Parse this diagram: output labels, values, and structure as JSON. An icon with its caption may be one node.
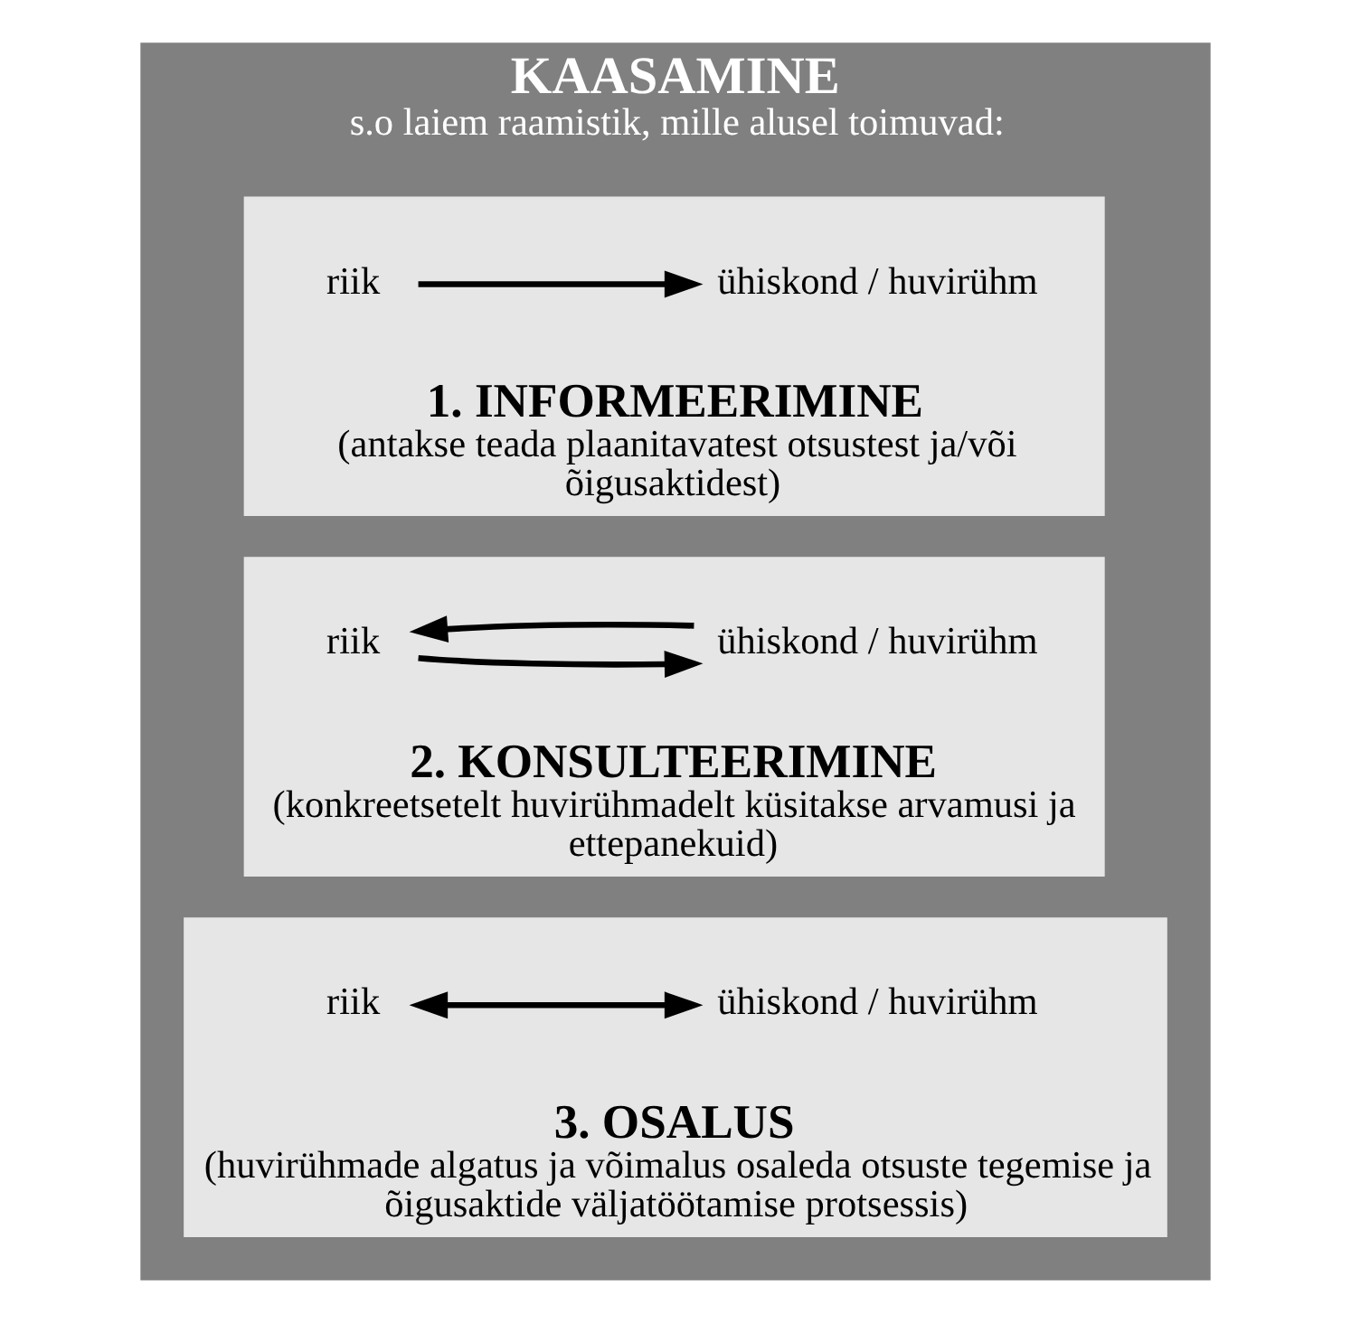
{
  "diagram": {
    "nodes": [
      {
        "text": [
          "KAASAMINE",
          "s.o laiem raamistik, mille alusel toimuvad:"
        ]
      },
      {
        "text": [
          "1. INFORMEERIMINE",
          "(antakse teada plaanitavatest otsustest ja/või õigusaktidest)"
        ],
        "in": 0
      },
      {
        "text": [
          "riik"
        ],
        "in": 1
      },
      {
        "text": [
          "ühiskond / huvirühm"
        ],
        "in": 1
      },
      {
        "text": [
          "2. KONSULTEERIMINE",
          "(konkreetsetelt huvirühmadelt küsitakse arvamusi ja ettepanekuid)"
        ],
        "in": 0
      },
      {
        "text": [
          "riik"
        ],
        "in": 4
      },
      {
        "text": [
          "ühiskond / huvirühm"
        ],
        "in": 4
      },
      {
        "text": [
          "3. OSALUS",
          "(huvirühmade algatus ja võimalus osaleda otsuste tegemise ja õigusaktide väljatöötamise protsessis)"
        ],
        "in": 0
      },
      {
        "text": [
          "riik"
        ],
        "in": 7
      },
      {
        "text": [
          "ühiskond / huvirühm"
        ],
        "in": 7
      }
    ],
    "edges": [
      {
        "from": 2,
        "to": 3,
        "arrow": "to"
      },
      {
        "from": 5,
        "to": 6,
        "arrow": "to"
      },
      {
        "from": 6,
        "to": 5,
        "arrow": "to"
      },
      {
        "from": 8,
        "to": 9,
        "arrow": "both"
      }
    ]
  }
}
